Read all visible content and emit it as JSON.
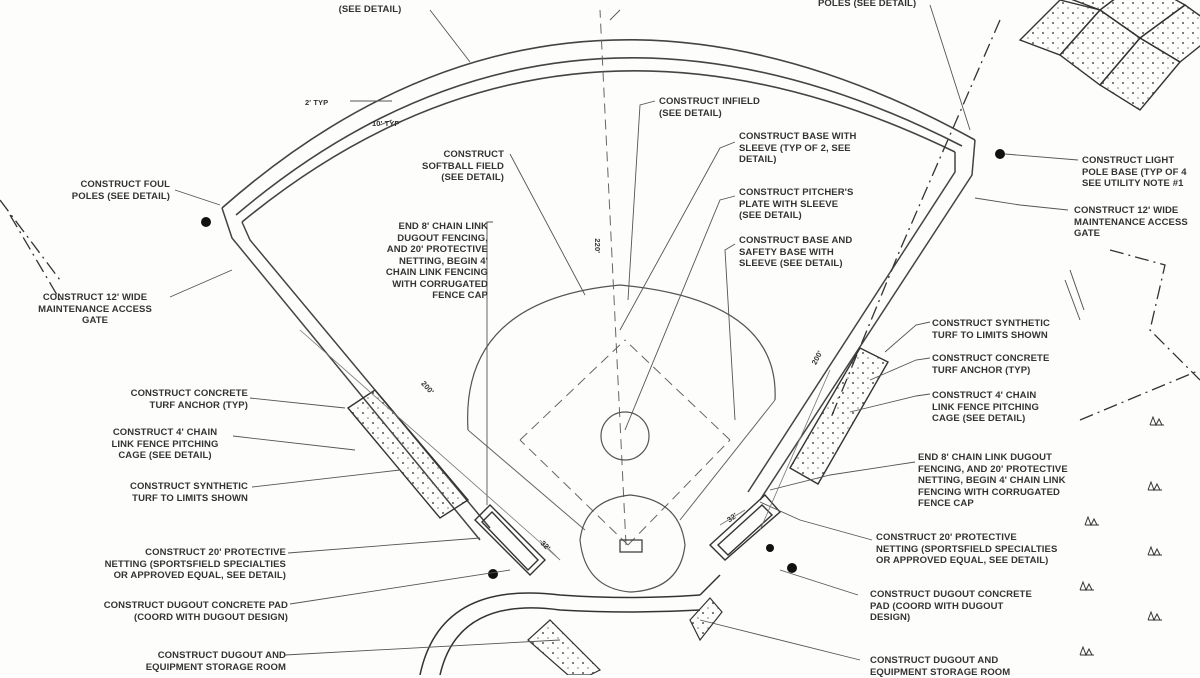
{
  "labels": {
    "warning_track": "WARNING TRACK\n(SEE DETAIL)",
    "poles_top": "POLES (SEE DETAIL)",
    "two_typ": "2' TYP",
    "ten_typ": "10' TYP",
    "infield": "CONSTRUCT INFIELD\n(SEE DETAIL)",
    "softball_field": "CONSTRUCT\nSOFTBALL FIELD\n(SEE DETAIL)",
    "base_sleeve": "CONSTRUCT BASE WITH\nSLEEVE (TYP OF 2, SEE\nDETAIL)",
    "pitchers_plate": "CONSTRUCT PITCHER'S\nPLATE WITH SLEEVE\n(SEE DETAIL)",
    "safety_base": "CONSTRUCT BASE AND\nSAFETY BASE WITH\nSLEEVE (SEE DETAIL)",
    "foul_poles": "CONSTRUCT FOUL\nPOLES (SEE DETAIL)",
    "light_pole": "CONSTRUCT LIGHT\nPOLE BASE (TYP OF 4\nSEE UTILITY NOTE #1",
    "gate_right": "CONSTRUCT 12' WIDE\nMAINTENANCE ACCESS\nGATE",
    "end_fence_left": "END 8' CHAIN LINK\nDUGOUT FENCING,\nAND 20' PROTECTIVE\nNETTING, BEGIN 4'\nCHAIN LINK FENCING\nWITH CORRUGATED\nFENCE CAP",
    "gate_left": "CONSTRUCT 12' WIDE\nMAINTENANCE ACCESS\nGATE",
    "turf_right": "CONSTRUCT SYNTHETIC\nTURF TO LIMITS SHOWN",
    "anchor_right": "CONSTRUCT CONCRETE\nTURF ANCHOR (TYP)",
    "cage_right": "CONSTRUCT 4' CHAIN\nLINK FENCE PITCHING\nCAGE (SEE DETAIL)",
    "anchor_left": "CONSTRUCT CONCRETE\nTURF ANCHOR (TYP)",
    "cage_left": "CONSTRUCT 4' CHAIN\nLINK FENCE PITCHING\nCAGE (SEE DETAIL)",
    "turf_left": "CONSTRUCT SYNTHETIC\nTURF TO LIMITS SHOWN",
    "end_fence_right": "END 8' CHAIN LINK DUGOUT\nFENCING, AND 20' PROTECTIVE\nNETTING, BEGIN 4' CHAIN LINK\nFENCING WITH CORRUGATED\nFENCE CAP",
    "netting_left": "CONSTRUCT 20' PROTECTIVE\nNETTING (SPORTSFIELD SPECIALTIES\nOR APPROVED EQUAL, SEE DETAIL)",
    "netting_right": "CONSTRUCT 20' PROTECTIVE\nNETTING (SPORTSFIELD SPECIALTIES\nOR APPROVED EQUAL, SEE DETAIL)",
    "pad_left": "CONSTRUCT DUGOUT CONCRETE PAD\n(COORD WITH DUGOUT DESIGN)",
    "pad_right": "CONSTRUCT DUGOUT CONCRETE\nPAD (COORD WITH DUGOUT\nDESIGN)",
    "storage_left": "CONSTRUCT DUGOUT AND\nEQUIPMENT STORAGE ROOM",
    "storage_right": "CONSTRUCT DUGOUT AND\nEQUIPMENT STORAGE ROOM"
  },
  "dims": {
    "left_line": "200'",
    "right_line": "200'",
    "center": "220'",
    "dugout_left": "32'",
    "dugout_right": "32'"
  }
}
